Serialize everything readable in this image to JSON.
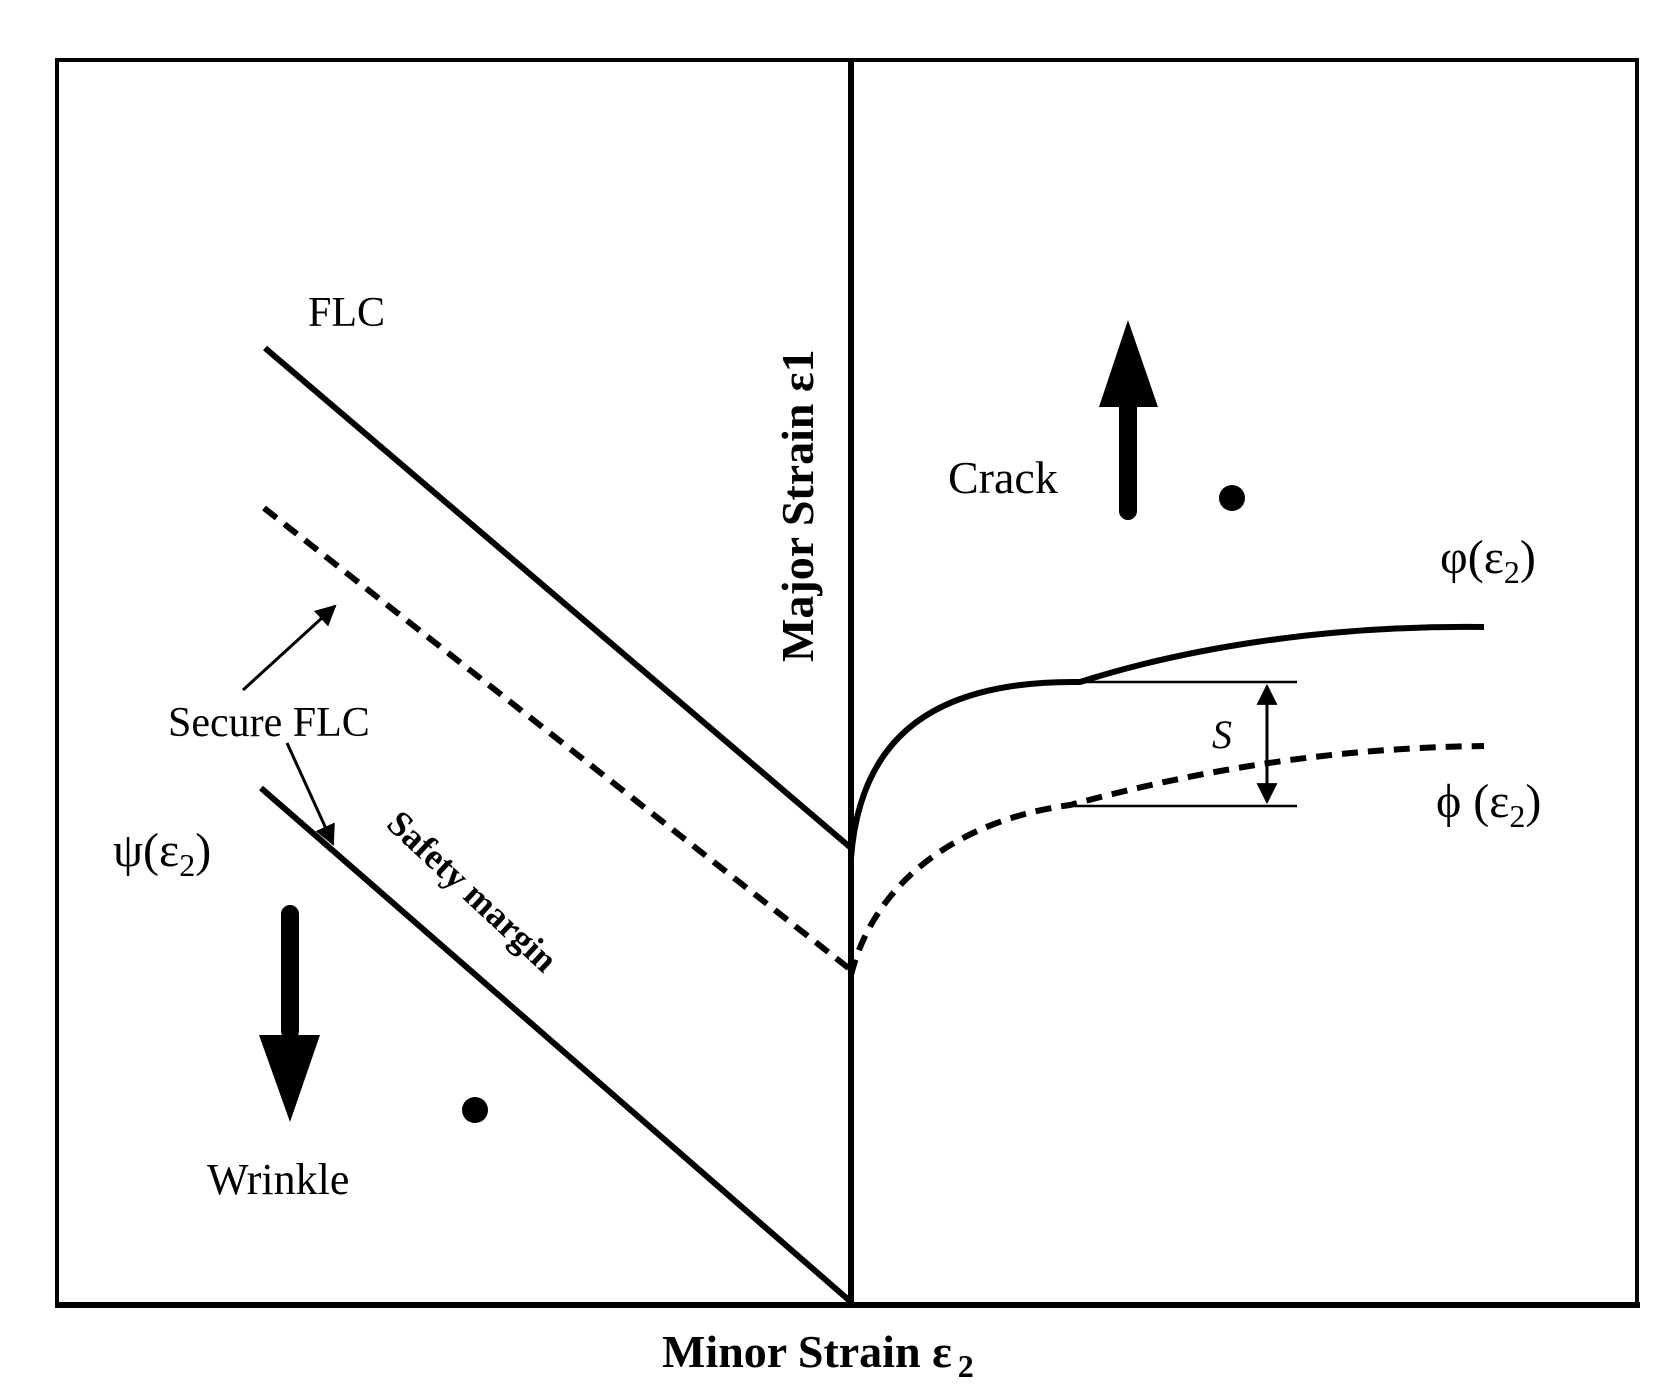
{
  "labels": {
    "flc": "FLC",
    "secure_flc": "Secure FLC",
    "psi": "ψ(ε",
    "psi_sub": "2",
    "psi_close": ")",
    "wrinkle": "Wrinkle",
    "safety_margin": "Safety margin",
    "crack": "Crack",
    "varphi": "φ(ε",
    "varphi_sub": "2",
    "varphi_close": ")",
    "phi": "ϕ (ε",
    "phi_sub": "2",
    "phi_close": ")",
    "s": "S",
    "major_strain": "Major Strain ",
    "major_strain_symbol": "ε1",
    "minor_strain": "Minor Strain ",
    "minor_strain_symbol": "ε",
    "minor_strain_sub": "2"
  },
  "colors": {
    "line": "#000000",
    "background": "#ffffff"
  },
  "icons": [
    "arrow-up-icon",
    "arrow-down-icon",
    "pointer-arrow-icon",
    "double-headed-arrow-icon",
    "dot-icon"
  ]
}
